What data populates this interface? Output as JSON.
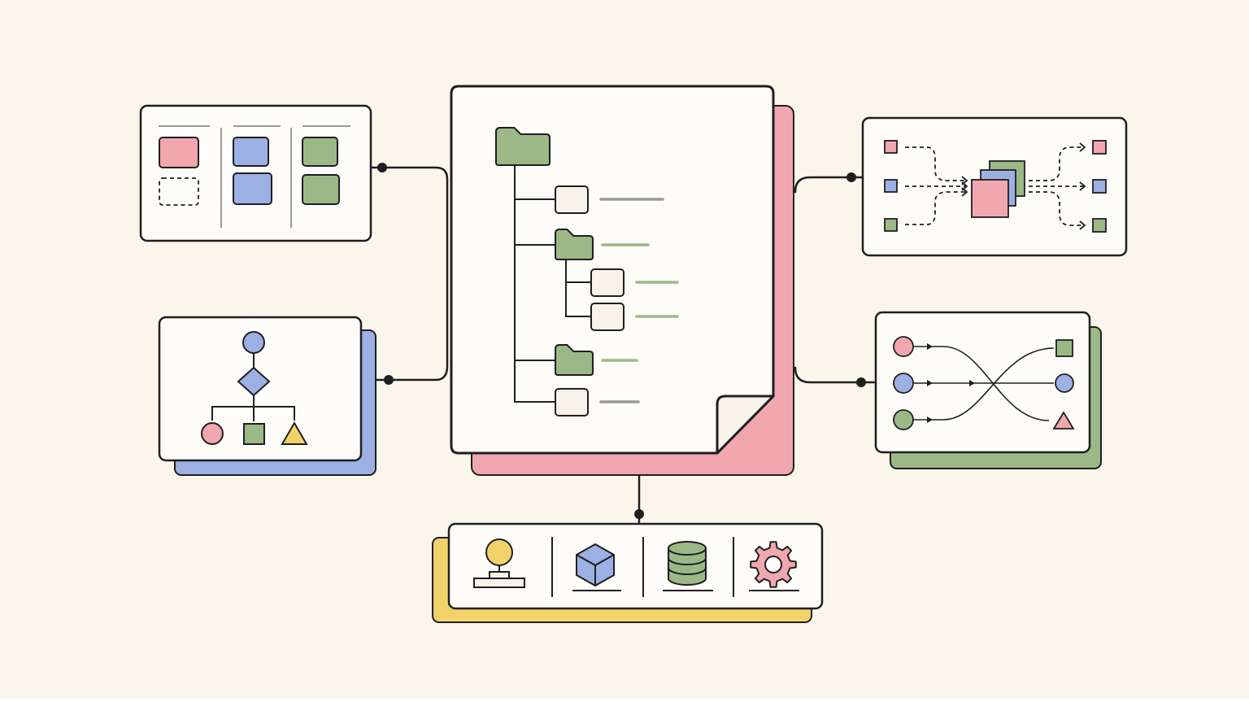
{
  "canvas": {
    "background": "#faf6ec"
  },
  "palette": {
    "ink": "#1f1f1f",
    "paper": "#fdfcf8",
    "cream": "#f7f3ea",
    "pink": "#f0a7ae",
    "blue": "#9db0e3",
    "green": "#9cb887",
    "yellow": "#f2d36b",
    "gray": "#9a9a9a"
  },
  "diagram": {
    "central_document": {
      "kind": "file-tree",
      "items": [
        {
          "type": "folder",
          "depth": 0,
          "color": "green"
        },
        {
          "type": "file",
          "depth": 1,
          "line_color": "gray"
        },
        {
          "type": "folder",
          "depth": 1,
          "line_color": "green"
        },
        {
          "type": "file",
          "depth": 2,
          "line_color": "green"
        },
        {
          "type": "file",
          "depth": 2,
          "line_color": "green"
        },
        {
          "type": "folder",
          "depth": 1,
          "line_color": "green"
        },
        {
          "type": "file",
          "depth": 1,
          "line_color": "gray"
        }
      ],
      "back_sheet_color": "pink"
    },
    "panels": [
      {
        "id": "kanban-board",
        "columns": [
          {
            "cards": [
              "pink",
              "dashed-empty"
            ]
          },
          {
            "cards": [
              "blue",
              "blue"
            ]
          },
          {
            "cards": [
              "green",
              "green"
            ]
          }
        ]
      },
      {
        "id": "flowchart",
        "nodes": [
          "blue-circle-start",
          "blue-diamond-decision",
          "pink-circle",
          "green-square",
          "yellow-triangle"
        ],
        "back_sheet_color": "blue"
      },
      {
        "id": "merge-split-flow",
        "inputs": [
          "pink",
          "blue",
          "green"
        ],
        "merged_stack": [
          "green",
          "blue",
          "pink"
        ],
        "outputs": [
          "pink",
          "blue",
          "green"
        ]
      },
      {
        "id": "crossover-mapping",
        "left": [
          "pink-circle",
          "blue-circle",
          "green-circle"
        ],
        "right": [
          "green-square",
          "blue-circle",
          "pink-triangle"
        ],
        "back_sheet_color": "green"
      },
      {
        "id": "toolbar-tray",
        "icons": [
          "joystick-icon",
          "cube-icon",
          "database-icon",
          "gear-icon"
        ],
        "back_sheet_color": "yellow"
      }
    ]
  }
}
